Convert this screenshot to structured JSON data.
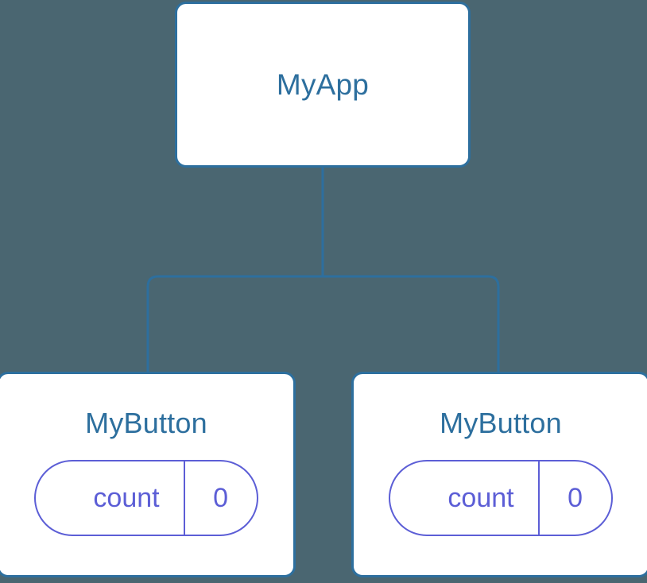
{
  "diagram": {
    "type": "component-tree",
    "background_color": "#4a6671",
    "node_border_color": "#2d6f9e",
    "node_fill_color": "#ffffff",
    "node_text_color": "#2d6f9e",
    "edge_color": "#2d6f9e",
    "state_pill_color": "#5c5ed6",
    "root": {
      "title": "MyApp"
    },
    "children": [
      {
        "title": "MyButton",
        "state": {
          "key": "count",
          "value": "0"
        }
      },
      {
        "title": "MyButton",
        "state": {
          "key": "count",
          "value": "0"
        }
      }
    ]
  }
}
